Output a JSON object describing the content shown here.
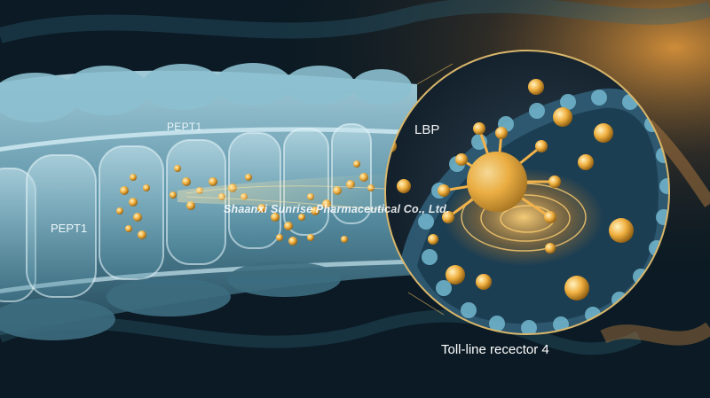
{
  "labels": {
    "pept1_top": "PEPT1",
    "pept1_left": "PEPT1",
    "lbp": "LBP",
    "receptor": "Toll-line recector 4"
  },
  "watermark": "Shaanxi Sunrise Pharmaceutical Co., Ltd.",
  "colors": {
    "background": "#0b1a24",
    "tissue": "#7fb6c8",
    "highlight_gold": "#f0b040",
    "warm_glow": "#e8932a"
  }
}
